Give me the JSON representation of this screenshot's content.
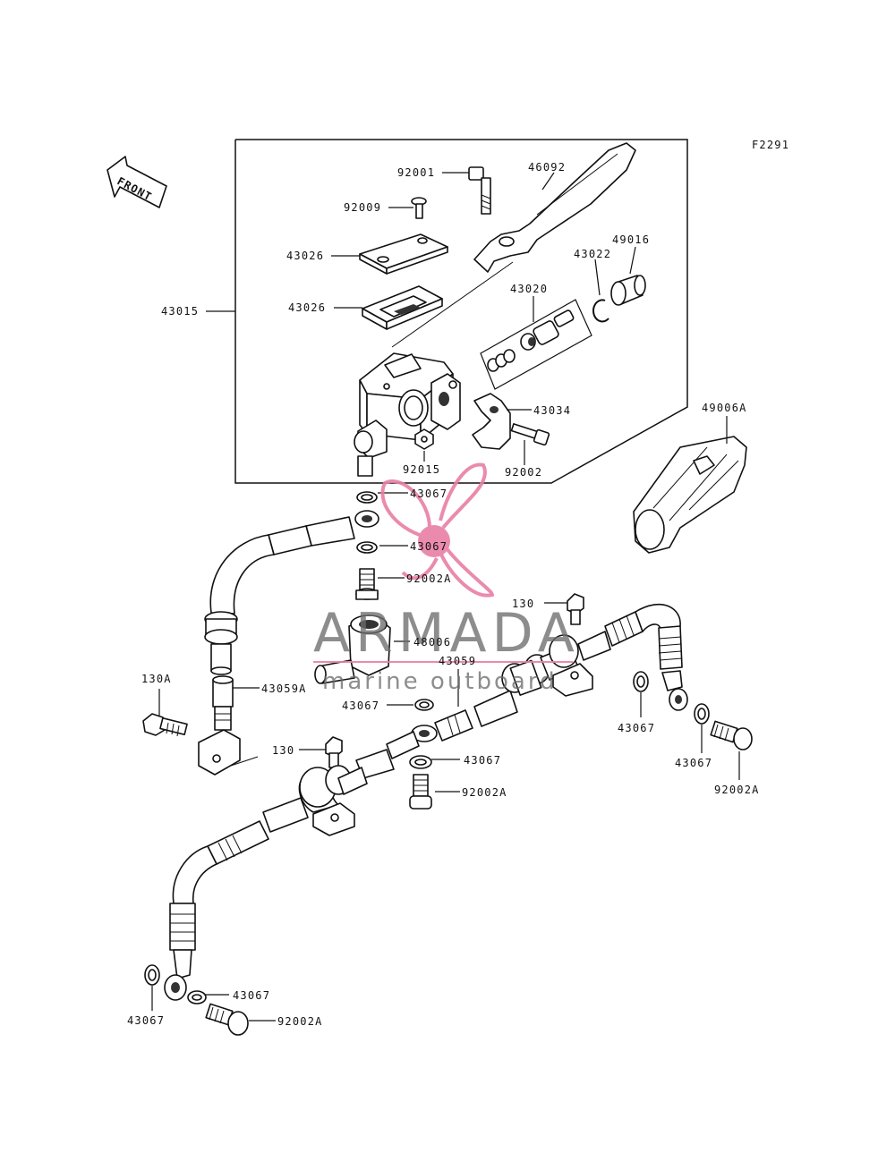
{
  "figure_code": "F2291",
  "front_label": "FRONT",
  "watermark": {
    "brand": "ARMADA",
    "tagline": "marine outboard",
    "accent_color": "#e87fa6",
    "text_color": "#6b6b6b"
  },
  "parts": {
    "p43015": "43015",
    "p92001": "92001",
    "p46092": "46092",
    "p92009": "92009",
    "p43026a": "43026",
    "p43026b": "43026",
    "p43020": "43020",
    "p43022": "43022",
    "p49016": "49016",
    "p43034": "43034",
    "p92015": "92015",
    "p92002": "92002",
    "p49006A": "49006A",
    "p43067_1": "43067",
    "p43067_2": "43067",
    "p92002A_1": "92002A",
    "p130_1": "130",
    "p48006": "48006",
    "p43059": "43059",
    "p130A": "130A",
    "p43059A": "43059A",
    "p43067_3": "43067",
    "p43067_4": "43067",
    "p43067_5": "43067",
    "p92002A_2": "92002A",
    "p130_2": "130",
    "p43067_6": "43067",
    "p92002A_3": "92002A",
    "p43067_7": "43067",
    "p43067_8": "43067",
    "p92002A_4": "92002A"
  }
}
